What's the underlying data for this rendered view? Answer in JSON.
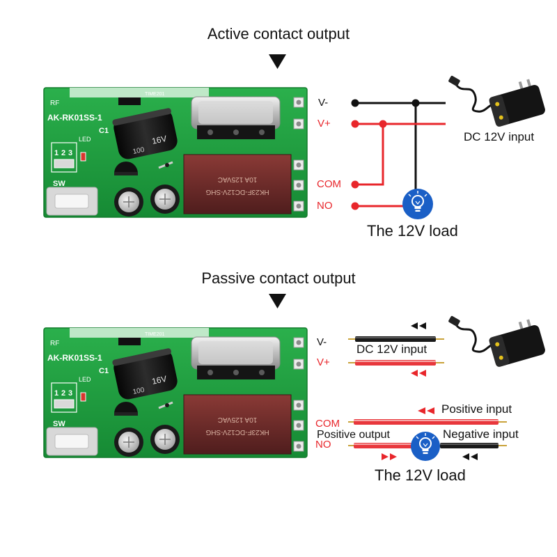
{
  "active": {
    "title": "Active contact output",
    "pins": {
      "v_minus": "V-",
      "v_plus": "V+",
      "com": "COM",
      "no": "NO"
    },
    "adapter_label": "DC 12V input",
    "load_label": "The 12V load"
  },
  "passive": {
    "title": "Passive contact output",
    "pins": {
      "v_minus": "V-",
      "v_plus": "V+",
      "com": "COM",
      "no": "NO"
    },
    "adapter_label": "DC 12V input",
    "positive_input": "Positive input",
    "negative_input": "Negative input",
    "positive_output": "Positive output",
    "load_label": "The 12V load"
  },
  "board": {
    "silkscreen": {
      "rf": "RF",
      "model": "AK-RK01SS-1",
      "c1": "C1",
      "led": "LED",
      "pin1": "1",
      "pin2": "2",
      "pin3": "3",
      "sw": "SW",
      "time": "TIME201",
      "cap_voltage": "16V",
      "cap_value": "100",
      "relay_model": "HK23F-DC12V-SHG",
      "relay_rating": "10A 125VAC"
    }
  },
  "icons": {
    "load": "light-bulb-icon",
    "adapter": "power-adapter-icon",
    "direction": "double-arrow-icon",
    "section_marker": "down-triangle-icon"
  },
  "colors": {
    "wire_red": "#e8262b",
    "wire_black": "#111111",
    "bulb": "#1a5fc6",
    "pcb": "#1b9c3c",
    "pin_tip": "#c9a23a"
  }
}
